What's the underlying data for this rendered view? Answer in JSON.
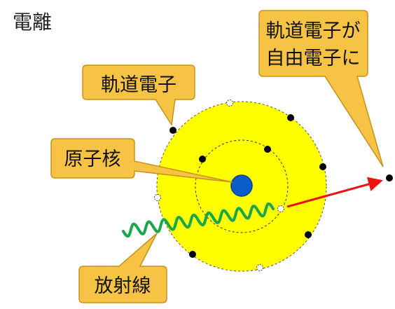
{
  "title": "電離",
  "callouts": {
    "orbital_electron": "軌道電子",
    "nucleus": "原子核",
    "free_electron_line1": "軌道電子が",
    "free_electron_line2": "自由電子に",
    "radiation": "放射線"
  },
  "colors": {
    "atom_fill": "#ffff00",
    "callout_fill": "#f6c344",
    "callout_stroke": "#c8921a",
    "nucleus": "#0a5cc9",
    "radiation_wave": "#1aa64a",
    "arrow": "#ee1111",
    "electron": "#000000"
  }
}
